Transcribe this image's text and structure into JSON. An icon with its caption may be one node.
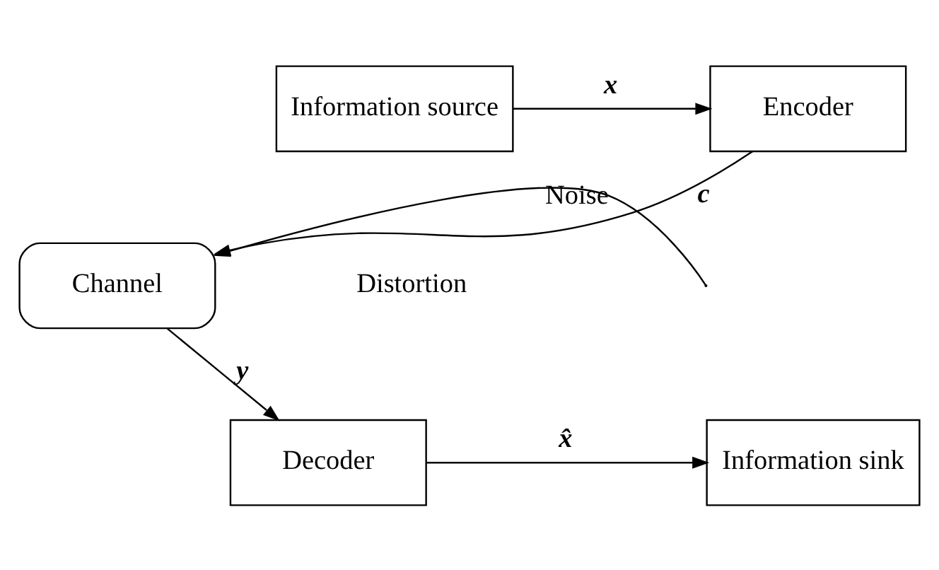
{
  "diagram": {
    "nodes": [
      {
        "text": [
          "Information source"
        ]
      },
      {
        "text": [
          "Encoder"
        ]
      },
      {
        "text": [
          "Channel"
        ]
      },
      {
        "text": [
          "Decoder"
        ]
      },
      {
        "text": [
          "Information sink"
        ]
      }
    ],
    "edges": [
      {
        "from": 0,
        "to": 1,
        "arrow": "to",
        "label": "x"
      },
      {
        "from": 1,
        "to": 2,
        "arrow": "to",
        "label": "c"
      },
      {
        "from": null,
        "to": 2,
        "arrow": "to",
        "label": "Noise"
      },
      {
        "from": 2,
        "to": 3,
        "arrow": "to",
        "label": "y"
      },
      {
        "from": 3,
        "to": 4,
        "arrow": "to",
        "label": "x̂"
      }
    ],
    "labels": [
      "Distortion"
    ]
  }
}
